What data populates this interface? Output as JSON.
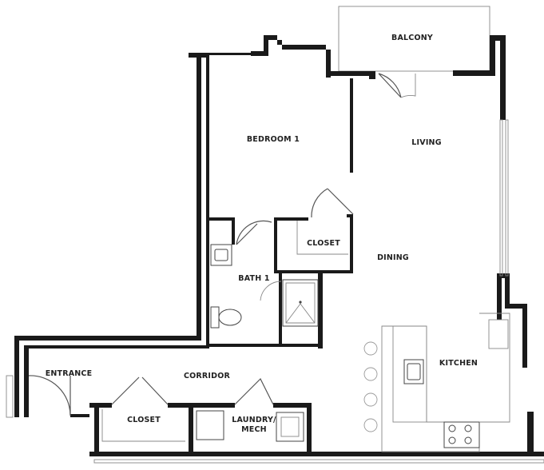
{
  "rooms": {
    "balcony": "BALCONY",
    "bedroom": "BEDROOM 1",
    "living": "LIVING",
    "closet_bedroom": "CLOSET",
    "dining": "DINING",
    "bath": "BATH 1",
    "kitchen": "KITCHEN",
    "entrance": "ENTRANCE",
    "corridor": "CORRIDOR",
    "closet_hall": "CLOSET",
    "laundry_line1": "LAUNDRY/",
    "laundry_line2": "MECH"
  },
  "colors": {
    "wall": "#1a1a1a",
    "background": "#ffffff",
    "line": "#555555"
  }
}
